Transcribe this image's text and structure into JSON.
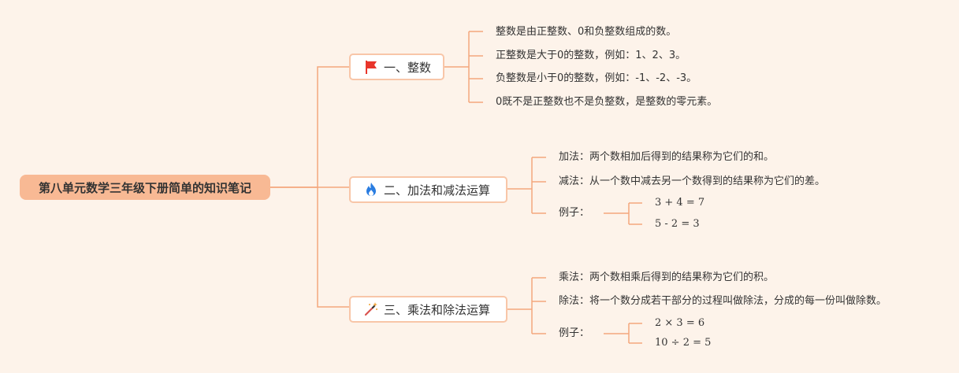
{
  "root": {
    "label": "第八单元数学三年级下册简单的知识笔记"
  },
  "branches": [
    {
      "label": "一、整数",
      "icon": "flag-icon",
      "items": [
        "整数是由正整数、0和负整数组成的数。",
        "正整数是大于0的整数，例如：1、2、3。",
        "负整数是小于0的整数，例如：-1、-2、-3。",
        "0既不是正整数也不是负整数，是整数的零元素。"
      ]
    },
    {
      "label": "二、加法和减法运算",
      "icon": "fire-icon",
      "items": [
        "加法：两个数相加后得到的结果称为它们的和。",
        "减法：从一个数中减去另一个数得到的结果称为它们的差。",
        "例子："
      ],
      "examples": [
        "3 + 4 = 7",
        "5 - 2 = 3"
      ]
    },
    {
      "label": "三、乘法和除法运算",
      "icon": "magic-wand-icon",
      "items": [
        "乘法：两个数相乘后得到的结果称为它们的积。",
        "除法：将一个数分成若干部分的过程叫做除法，分成的每一份叫做除数。",
        "例子："
      ],
      "examples": [
        "2 × 3 = 6",
        "10 ÷ 2 = 5"
      ]
    }
  ],
  "colors": {
    "background": "#fdf3ea",
    "root_fill": "#f8b994",
    "line": "#f4a77c",
    "branch_border": "#f8c6a8",
    "flag": "#e8352b",
    "fire": "#2a7de1",
    "wand": "#d9534f"
  }
}
